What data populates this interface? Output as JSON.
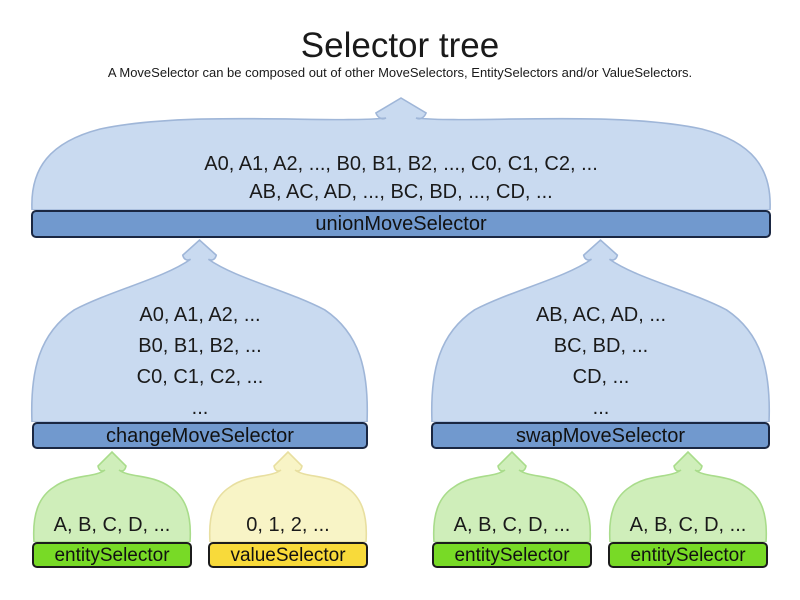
{
  "title": "Selector tree",
  "subtitle": "A MoveSelector can be composed out of other MoveSelectors, EntitySelectors and/or ValueSelectors.",
  "colors": {
    "blue_funnel_fill": "#c9daf0",
    "blue_funnel_stroke": "#9fb6d8",
    "blue_bar_fill": "#7199ce",
    "blue_bar_border": "#1a2742",
    "green_funnel_fill": "#cfeeba",
    "green_funnel_stroke": "#a9dc8b",
    "green_bar_fill": "#78da26",
    "yellow_funnel_fill": "#f8f4c6",
    "yellow_funnel_stroke": "#e8dfa0",
    "yellow_bar_fill": "#f8da3a",
    "bar_text": "#111111"
  },
  "nodes": {
    "union": {
      "label": "unionMoveSelector",
      "lines": {
        "0": "A0, A1, A2, ..., B0, B1, B2, ..., C0, C1, C2, ...",
        "1": "AB, AC, AD, ..., BC, BD, ..., CD, ..."
      }
    },
    "change": {
      "label": "changeMoveSelector",
      "lines": {
        "0": "A0, A1, A2, ...",
        "1": "B0, B1, B2, ...",
        "2": "C0, C1, C2, ...",
        "3": "..."
      }
    },
    "swap": {
      "label": "swapMoveSelector",
      "lines": {
        "0": "AB, AC, AD, ...",
        "1": "BC, BD, ...",
        "2": "CD, ...",
        "3": "..."
      }
    },
    "entity1": {
      "label": "entitySelector",
      "lines": {
        "0": "A, B, C, D, ..."
      }
    },
    "value1": {
      "label": "valueSelector",
      "lines": {
        "0": "0, 1, 2, ..."
      }
    },
    "entity2": {
      "label": "entitySelector",
      "lines": {
        "0": "A, B, C, D, ..."
      }
    },
    "entity3": {
      "label": "entitySelector",
      "lines": {
        "0": "A, B, C, D, ..."
      }
    }
  }
}
